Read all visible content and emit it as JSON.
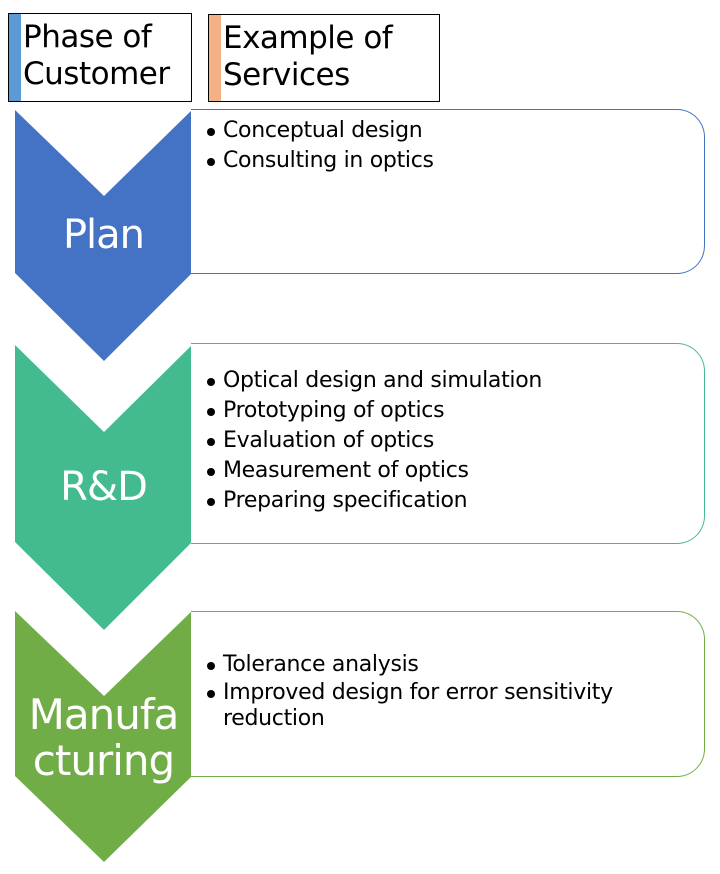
{
  "legend": {
    "phase": {
      "label": "Phase of\nCustomer",
      "color": "#5B9BD5"
    },
    "services": {
      "label": "Example of\nServices",
      "color": "#F4B183"
    }
  },
  "phases": [
    {
      "name": "Plan",
      "color": "#4472C4",
      "services": [
        "Conceptual design",
        "Consulting in optics"
      ]
    },
    {
      "name": "R&D",
      "color": "#44BB8E",
      "services": [
        "Optical design and simulation",
        "Prototyping of optics",
        "Evaluation of optics",
        "Measurement of optics",
        "Preparing specification"
      ]
    },
    {
      "name": "Manufa\ncturing",
      "color": "#70AD47",
      "services": [
        "Tolerance analysis",
        "Improved design for error sensitivity reduction"
      ]
    }
  ]
}
